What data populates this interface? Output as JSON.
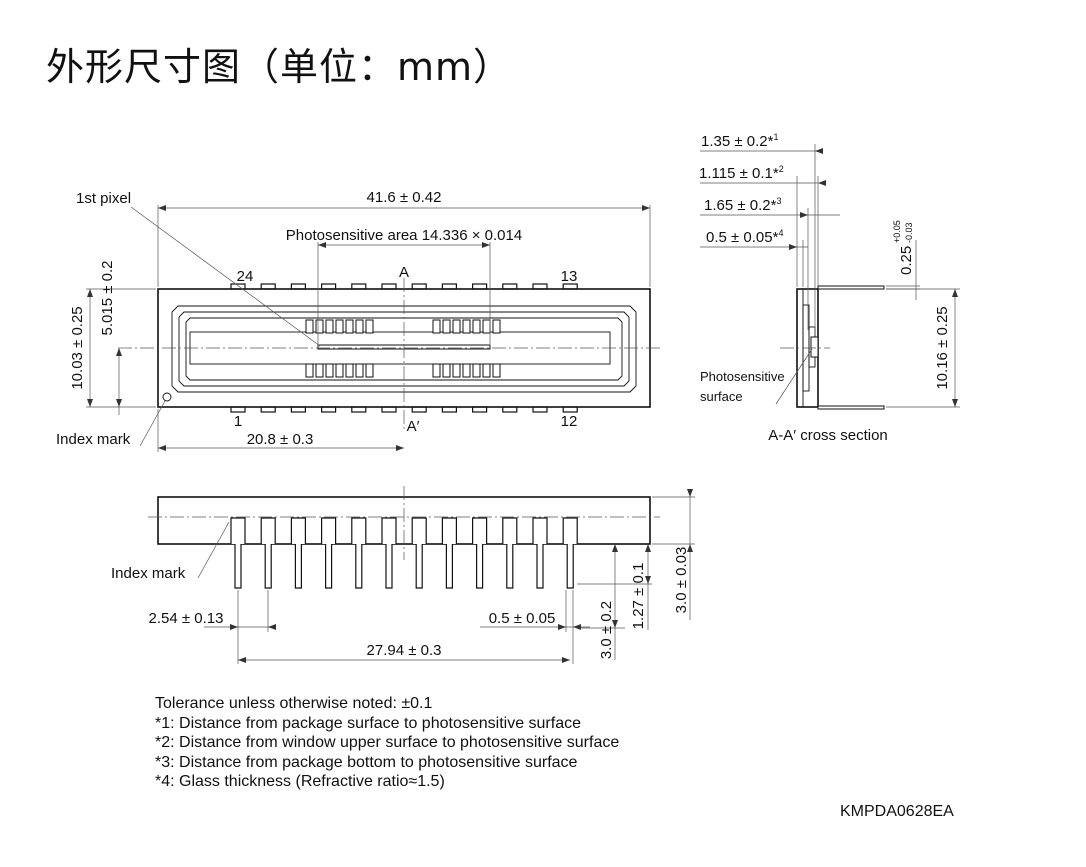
{
  "title": "外形尺寸图（单位：mm）",
  "top_view": {
    "first_pixel": "1st pixel",
    "overall_length": "41.6 ± 0.42",
    "photosensitive_area": "Photosensitive area 14.336 × 0.014",
    "section_a": "A",
    "section_a_prime": "A′",
    "pin_24": "24",
    "pin_13": "13",
    "pin_1": "1",
    "pin_12": "12",
    "height_total": "10.03 ± 0.25",
    "height_center": "5.015 ± 0.2",
    "index_mark": "Index mark",
    "center_offset": "20.8 ± 0.3"
  },
  "cross_section": {
    "d1": "1.35 ± 0.2*",
    "d1_sup": "1",
    "d2": "1.115 ± 0.1*",
    "d2_sup": "2",
    "d3": "1.65 ± 0.2*",
    "d3_sup": "3",
    "d4": "0.5 ± 0.05*",
    "d4_sup": "4",
    "lead_thickness": "0.25",
    "lead_tol_plus": "+0.05",
    "lead_tol_minus": "-0.03",
    "width": "10.16 ± 0.25",
    "photosensitive_surface_line1": "Photosensitive",
    "photosensitive_surface_line2": "surface",
    "caption": "A-A′ cross section"
  },
  "side_view": {
    "index_mark": "Index mark",
    "pitch": "2.54 ± 0.13",
    "lead_width": "0.5 ± 0.05",
    "pin_span": "27.94 ± 0.3",
    "lead_length": "3.0 ± 0.2",
    "lead_offset": "1.27 ± 0.1",
    "body_height": "3.0 ± 0.03"
  },
  "notes": [
    "Tolerance unless otherwise noted: ±0.1",
    "*1: Distance from package surface to photosensitive surface",
    "*2: Distance from window upper surface to photosensitive surface",
    "*3: Distance from package bottom to photosensitive surface",
    "*4: Glass thickness (Refractive ratio≈1.5)"
  ],
  "drawing_code": "KMPDA0628EA"
}
